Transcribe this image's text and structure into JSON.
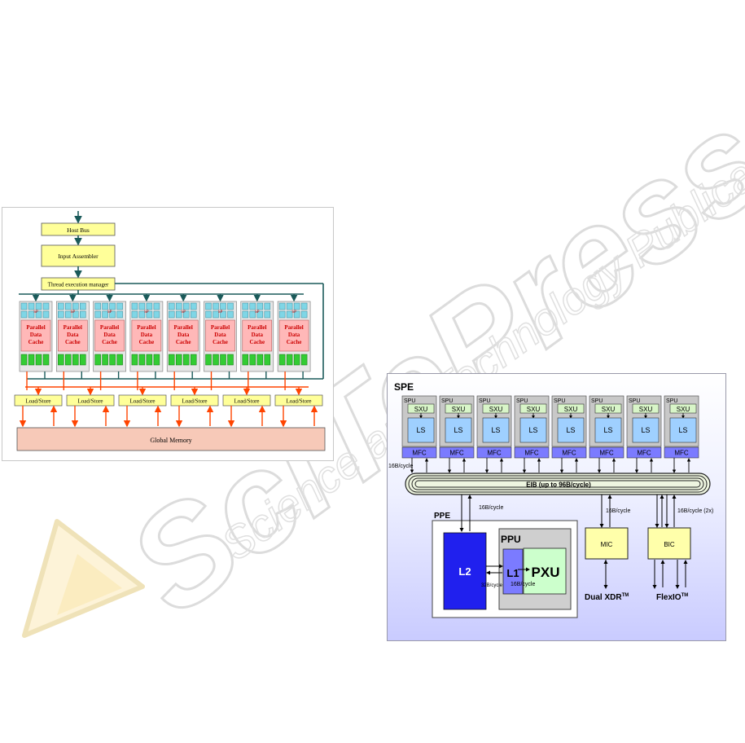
{
  "watermark": {
    "brand": "SciTePress",
    "tagline": "Science and Technology Publications"
  },
  "gpu_figure": {
    "host_bus": "Host Bus",
    "input_assembler": "Input Assembler",
    "thread_manager": "Thread execution manager",
    "processor_label": "SP",
    "cache_label_lines": [
      "Parallel",
      "Data",
      "Cache"
    ],
    "cluster_count": 8,
    "load_store": [
      "Load/Store",
      "Load/Store",
      "Load/Store",
      "Load/Store",
      "Load/Store",
      "Load/Store"
    ],
    "global_memory": "Global Memory",
    "colors": {
      "block": "#ffff99",
      "memory": "#f7c9b8",
      "cache": "#ffb8b8",
      "cache_text": "#cc0000",
      "proc": "#7fd6e6",
      "bank": "#33cc33",
      "wire": "#1a5a5a",
      "arrow": "#ff4400"
    }
  },
  "cell_figure": {
    "spe": "SPE",
    "spu": "SPU",
    "sxu": "SXU",
    "ls": "LS",
    "mfc": "MFC",
    "spe_count": 8,
    "bw_left": "16B/cycle",
    "eib": "EIB (up to 96B/cycle)",
    "ppe": "PPE",
    "ppe_bw": "16B/cycle",
    "l2": "L2",
    "ppu": "PPU",
    "l1": "L1",
    "pxu": "PXU",
    "l2_l1_bw": "32B/cycle",
    "l1_pxu_bw": "16B/cycle",
    "mic": "MIC",
    "mic_bw": "16B/cycle",
    "bic": "BIC",
    "bic_bw": "16B/cycle (2x)",
    "dual_xdr": "Dual XDR",
    "tm": "TM",
    "flexio": "FlexIO",
    "colors": {
      "sxu": "#d8f5c8",
      "ls": "#9fd0ff",
      "mfc": "#7b7bff",
      "l2": "#2020ee",
      "l1": "#7b7bff",
      "pxu": "#ccffcc",
      "ctrl": "#ffffaa"
    }
  }
}
